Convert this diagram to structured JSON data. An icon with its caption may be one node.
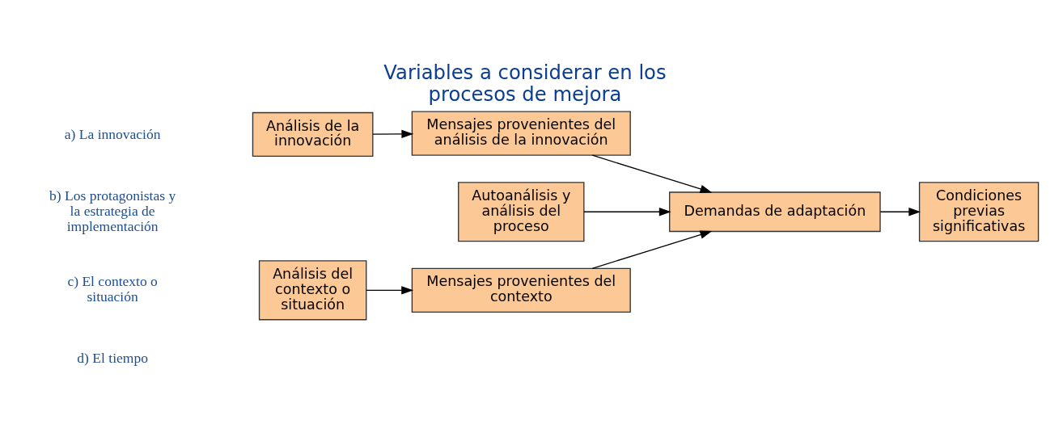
{
  "diagram": {
    "title": "Variables a considerar en los procesos de mejora",
    "nodes": [
      {
        "text": [
          "Análisis de la innovación"
        ]
      },
      {
        "text": [
          "Mensajes provenientes del análisis de la innovación"
        ]
      },
      {
        "text": [
          "Autoanálisis y análisis del proceso"
        ]
      },
      {
        "text": [
          "Demandas de adaptación"
        ]
      },
      {
        "text": [
          "Condiciones previas significativas"
        ]
      },
      {
        "text": [
          "Análisis del contexto o situación"
        ]
      },
      {
        "text": [
          "Mensajes provenientes del contexto"
        ]
      }
    ],
    "edges": [
      {
        "from": 0,
        "to": 1,
        "arrow": "to"
      },
      {
        "from": 1,
        "to": 3,
        "arrow": "to"
      },
      {
        "from": 2,
        "to": 3,
        "arrow": "to"
      },
      {
        "from": 3,
        "to": 4,
        "arrow": "to"
      },
      {
        "from": 5,
        "to": 6,
        "arrow": "to"
      },
      {
        "from": 6,
        "to": 3,
        "arrow": "to"
      }
    ],
    "labels": [
      "a) La innovación",
      "b) Los protagonistas y la estrategia de implementación",
      "c) El contexto o situación",
      "d) El tiempo"
    ]
  }
}
